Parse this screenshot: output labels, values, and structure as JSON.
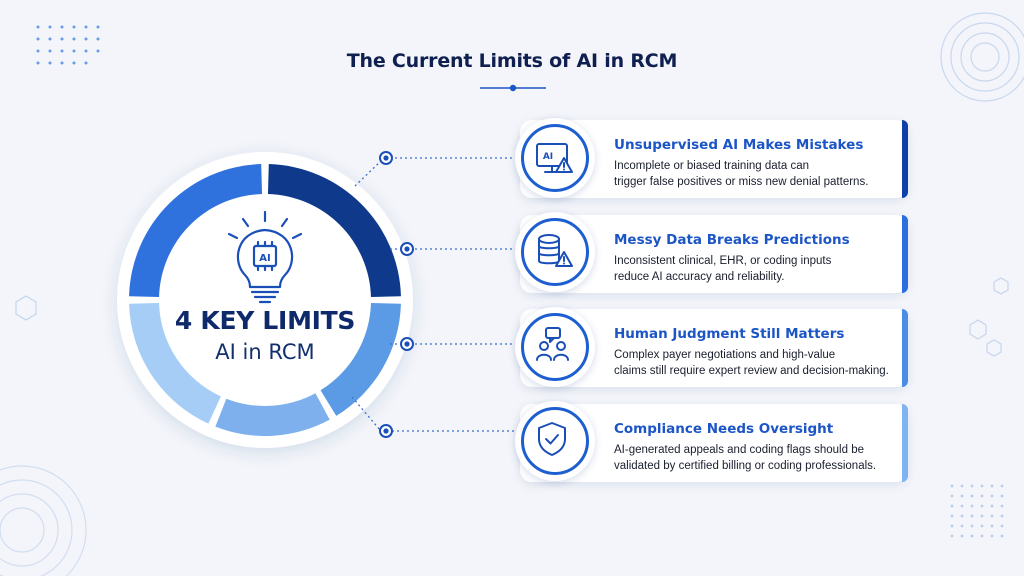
{
  "title": "The Current Limits of AI in RCM",
  "center": {
    "main": "4 KEY LIMITS",
    "sub": "AI in RCM",
    "icon": "lightbulb-ai-icon",
    "icon_text": "AI"
  },
  "limits": [
    {
      "title": "Unsupervised AI Makes Mistakes",
      "desc": [
        "Incomplete or biased training data can",
        "trigger false positives or miss new denial patterns."
      ],
      "icon": "ai-monitor-warning-icon",
      "icon_text": "AI",
      "accent": "#0f3fa8"
    },
    {
      "title": "Messy Data Breaks Predictions",
      "desc": [
        "Inconsistent clinical, EHR, or coding inputs",
        "reduce AI accuracy and reliability."
      ],
      "icon": "database-warning-icon",
      "accent": "#2a6ee0"
    },
    {
      "title": "Human Judgment Still Matters",
      "desc": [
        "Complex payer negotiations and high-value",
        "claims still require expert review and decision-making."
      ],
      "icon": "people-discussion-icon",
      "accent": "#4a8de8"
    },
    {
      "title": "Compliance Needs Oversight",
      "desc": [
        "AI-generated appeals and coding flags should be",
        "validated by certified billing or coding professionals."
      ],
      "icon": "shield-check-icon",
      "accent": "#7fb4f2"
    }
  ],
  "colors": {
    "navy": "#0f1f4f",
    "primary": "#1b55c6",
    "ring_segments": [
      "#0f3a8c",
      "#5b9be6",
      "#7fb0ee",
      "#2f72dd",
      "#a6cdf6",
      "#3d7fe2"
    ]
  }
}
